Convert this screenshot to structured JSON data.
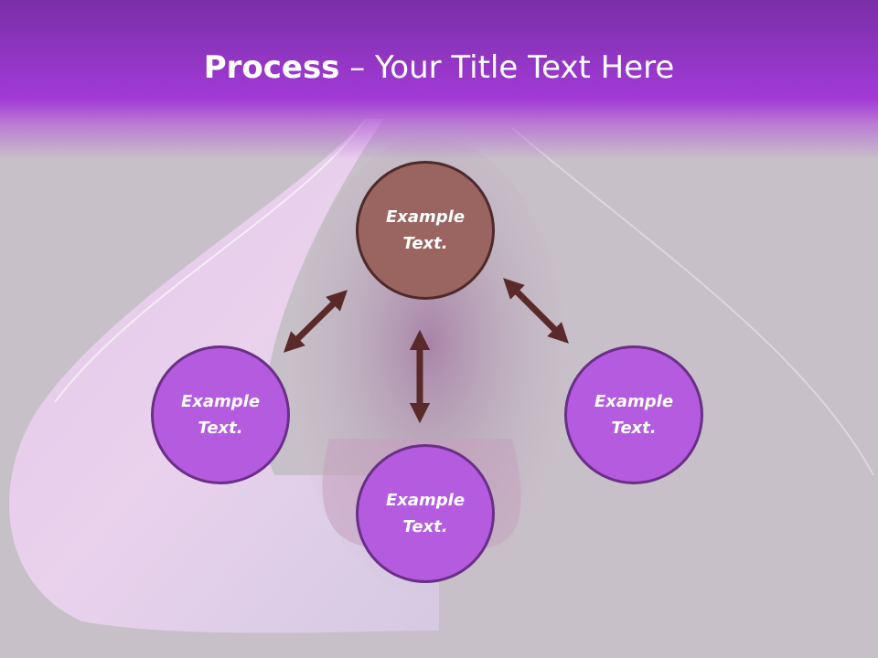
{
  "title": {
    "bold": "Process",
    "rest": " – Your Title Text Here"
  },
  "nodes": {
    "top": "Example\nText.",
    "left": "Example\nText.",
    "right": "Example\nText.",
    "bottom": "Example\nText."
  },
  "colors": {
    "header": "#a23ad6",
    "top_circle": "#9a6460",
    "circle": "#b45be0",
    "arrow": "#5a2a2a"
  }
}
